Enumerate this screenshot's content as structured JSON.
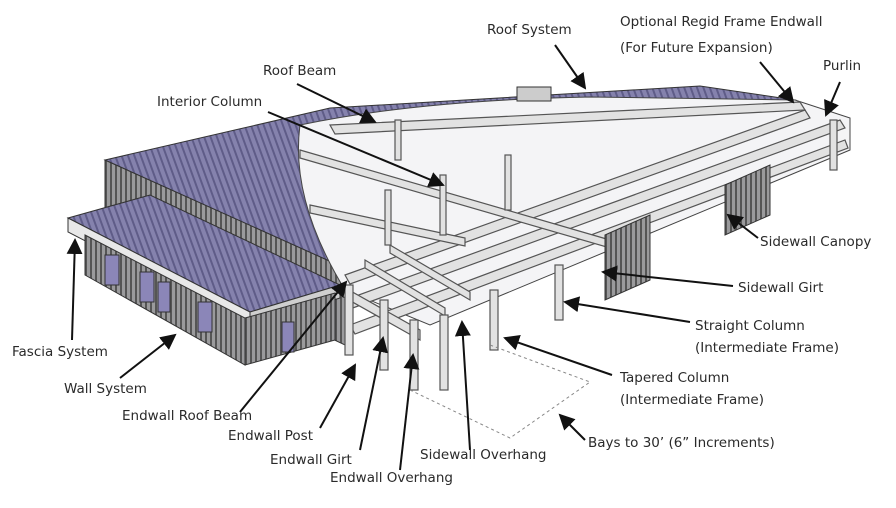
{
  "diagram": {
    "labels": {
      "roof_system": "Roof System",
      "optional_endwall_line1": "Optional Regid Frame Endwall",
      "optional_endwall_line2": "(For Future Expansion)",
      "purlin": "Purlin",
      "roof_beam": "Roof Beam",
      "interior_column": "Interior Column",
      "sidewall_canopy": "Sidewall Canopy",
      "sidewall_girt": "Sidewall Girt",
      "straight_column_line1": "Straight Column",
      "straight_column_line2": "(Intermediate Frame)",
      "tapered_column_line1": "Tapered Column",
      "tapered_column_line2": "(Intermediate Frame)",
      "bays": "Bays to 30’ (6” Increments)",
      "sidewall_overhang": "Sidewall Overhang",
      "endwall_overhang": "Endwall Overhang",
      "endwall_girt": "Endwall Girt",
      "endwall_post": "Endwall Post",
      "endwall_roof_beam": "Endwall Roof Beam",
      "wall_system": "Wall System",
      "fascia_system": "Fascia System"
    },
    "colors": {
      "roof": "#7d7aa6",
      "wall": "#8a8a8c",
      "frame": "#d9d9d9",
      "arrow": "#111111"
    }
  }
}
